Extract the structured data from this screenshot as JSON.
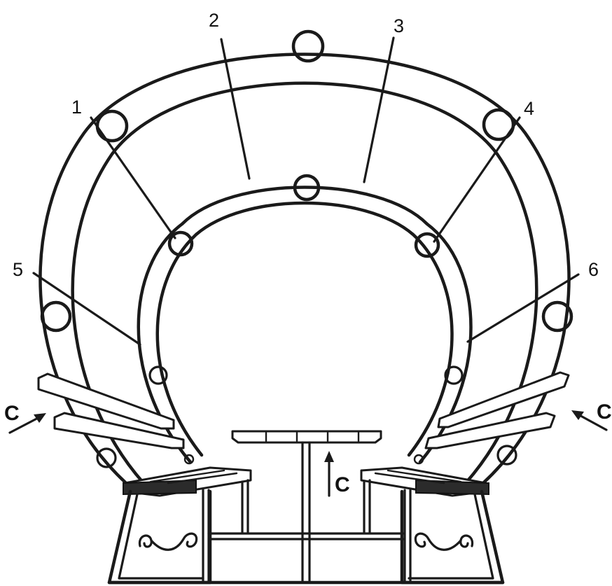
{
  "markers": {
    "m1": "1",
    "m2": "2",
    "m3": "3",
    "m4": "4",
    "m5": "5",
    "m6": "6"
  },
  "arrows": {
    "left": "C",
    "right": "C",
    "center": "C"
  },
  "colors": {
    "ink": "#1a1a1a",
    "paper": "#ffffff"
  }
}
